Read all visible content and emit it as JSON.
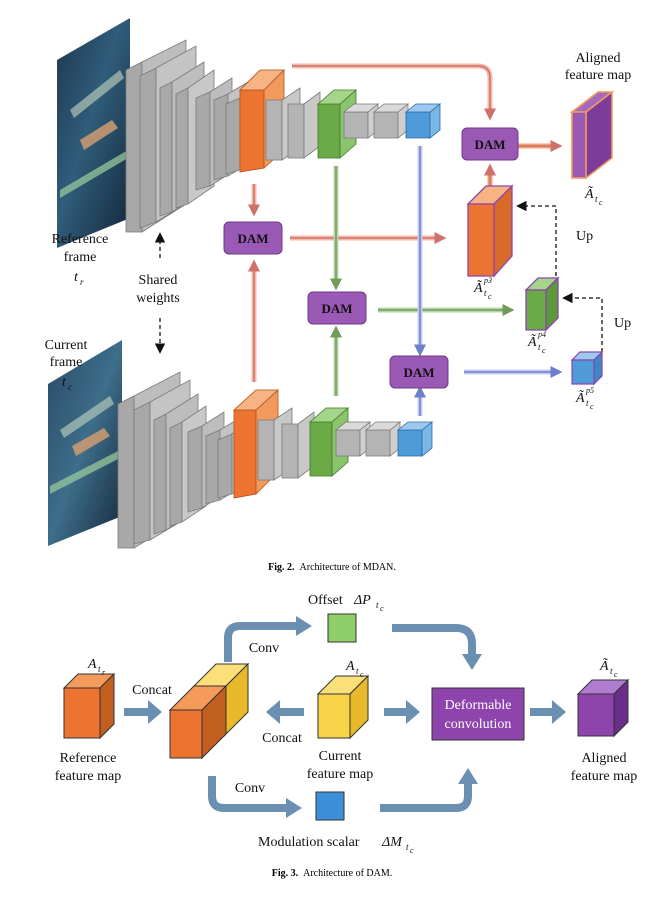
{
  "fig2": {
    "caption_bold": "Fig. 2.",
    "caption_text": "Architecture of MDAN.",
    "ref_frame_label": [
      "Reference",
      "frame"
    ],
    "ref_frame_sym": "t",
    "ref_frame_sub": "r",
    "cur_frame_label": [
      "Current",
      "frame"
    ],
    "cur_frame_sym": "t",
    "cur_frame_sub": "c",
    "shared_weights": [
      "Shared",
      "weights"
    ],
    "dam_label": "DAM",
    "aligned_label": [
      "Aligned",
      "feature map"
    ],
    "a_sym": "Ã",
    "a_sub": "t",
    "a_subsub": "c",
    "p3": "p3",
    "p4": "p4",
    "p5": "p5",
    "up_label": "Up"
  },
  "fig3": {
    "caption_bold": "Fig. 3.",
    "caption_text": "Architecture of DAM.",
    "concat_label": "Concat",
    "conv_label": "Conv",
    "offset_label": "Offset",
    "offset_sym": "ΔP",
    "modulation_label": "Modulation scalar",
    "modulation_sym": "ΔM",
    "ref_feature_label": [
      "Reference",
      "feature map"
    ],
    "cur_feature_label": [
      "Current",
      "feature map"
    ],
    "aligned_label": [
      "Aligned",
      "feature map"
    ],
    "deformable_label": [
      "Deformable",
      "convolution"
    ],
    "a_sym": "A",
    "a_tilde_sym": "Ã",
    "sub_t": "t",
    "sub_r": "r",
    "sub_c": "c"
  },
  "colors": {
    "orange": "#ec7430",
    "green": "#6aab47",
    "blue": "#4f9ad8",
    "gray": "#a9a9a9",
    "purple": "#9c5fc3",
    "dam_fill": "#9b59b6",
    "pink_arrow": "#f4a9a0",
    "green_arrow": "#9bc08a",
    "blue_arrow": "#aab8e8",
    "yellow": "#f9d44a",
    "light_green": "#8fcf6a",
    "steel": "#6b8fb0"
  }
}
